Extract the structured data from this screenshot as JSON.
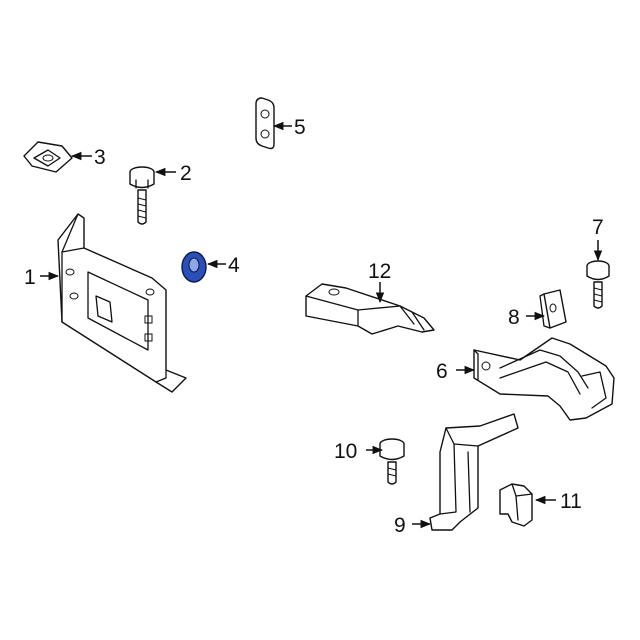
{
  "callouts": [
    {
      "id": "1",
      "label": "1"
    },
    {
      "id": "2",
      "label": "2"
    },
    {
      "id": "3",
      "label": "3"
    },
    {
      "id": "4",
      "label": "4"
    },
    {
      "id": "5",
      "label": "5"
    },
    {
      "id": "6",
      "label": "6"
    },
    {
      "id": "7",
      "label": "7"
    },
    {
      "id": "8",
      "label": "8"
    },
    {
      "id": "9",
      "label": "9"
    },
    {
      "id": "10",
      "label": "10"
    },
    {
      "id": "11",
      "label": "11"
    },
    {
      "id": "12",
      "label": "12"
    }
  ],
  "highlight": {
    "part": "4",
    "color": "#2b4fb8"
  },
  "line_color": "#111111"
}
